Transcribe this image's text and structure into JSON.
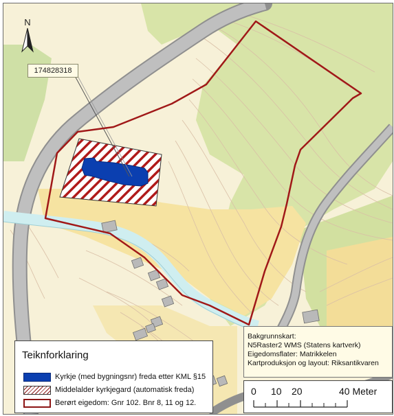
{
  "map": {
    "north_label": "N",
    "callout_id": "174828318",
    "colors": {
      "terrain_light": "#f7f1d8",
      "field_yellow": "#f6e3a1",
      "forest_green": "#d8e4a8",
      "road_gray": "#9a9a9a",
      "river_blue": "#cfeef0",
      "property_outline": "#a01818",
      "church_blue": "#0b3fb0",
      "contour": "#d9bfa6"
    }
  },
  "source": {
    "lines": [
      "Bakgrunnskart:",
      "N5Raster2 WMS (Statens kartverk)",
      "Eigedomsflater: Matrikkelen",
      "Kartproduksjon og layout: Riksantikvaren"
    ]
  },
  "legend": {
    "title": "Teiknforklaring",
    "items": [
      {
        "label": "Kyrkje (med bygningsnr) freda etter KML §15",
        "symbol": "church-fill"
      },
      {
        "label": "Middelalder kyrkjegard (automatisk freda)",
        "symbol": "hatch"
      },
      {
        "label": "Berørt eigedom: Gnr 102. Bnr 8, 11 og 12.",
        "symbol": "property-outline"
      }
    ]
  },
  "scale": {
    "labels": [
      "0",
      "10",
      "20",
      "40 Meter"
    ]
  }
}
